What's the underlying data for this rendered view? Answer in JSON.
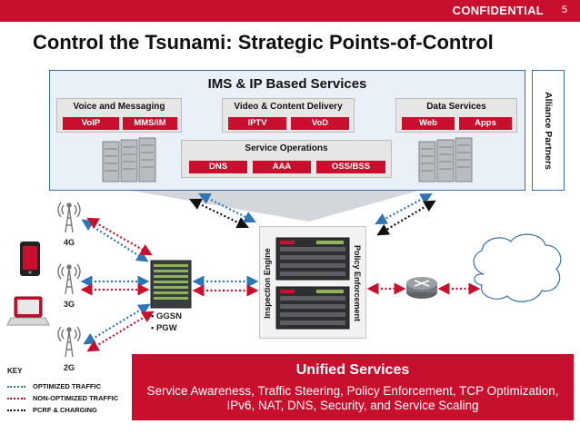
{
  "header": {
    "confidential": "CONFIDENTIAL",
    "page_number": "5"
  },
  "title": "Control the Tsunami: Strategic Points-of-Control",
  "ims": {
    "title": "IMS & IP Based Services",
    "groups": [
      {
        "name": "Voice and Messaging",
        "items": [
          "VoIP",
          "MMS/IM"
        ]
      },
      {
        "name": "Video & Content Delivery",
        "items": [
          "IPTV",
          "VoD"
        ]
      },
      {
        "name": "Data Services",
        "items": [
          "Web",
          "Apps"
        ]
      }
    ],
    "operations": {
      "name": "Service Operations",
      "items": [
        "DNS",
        "AAA",
        "OSS/BSS"
      ]
    }
  },
  "alliance": "Alliance Partners",
  "network": {
    "towers": [
      "4G",
      "3G",
      "2G"
    ],
    "gateway_labels": [
      "• GGSN",
      "• PGW"
    ],
    "appliance_labels": {
      "left": "Inspection Engine",
      "right": "Policy Enforcement"
    }
  },
  "unified": {
    "title": "Unified Services",
    "description": "Service Awareness, Traffic Steering, Policy Enforcement, TCP Optimization, IPv6, NAT, DNS, Security, and Service Scaling"
  },
  "key": {
    "title": "KEY",
    "items": [
      {
        "label": "OPTIMIZED TRAFFIC",
        "color": "#2e75b6"
      },
      {
        "label": "NON-OPTIMIZED TRAFFIC",
        "color": "#c8102e"
      },
      {
        "label": "PCRF & CHARGING",
        "color": "#111111"
      }
    ]
  },
  "colors": {
    "brand_red": "#c8102e",
    "frame_blue": "#3a6fa8",
    "optimized": "#2e75b6",
    "non_optimized": "#c8102e",
    "charging": "#111111"
  }
}
